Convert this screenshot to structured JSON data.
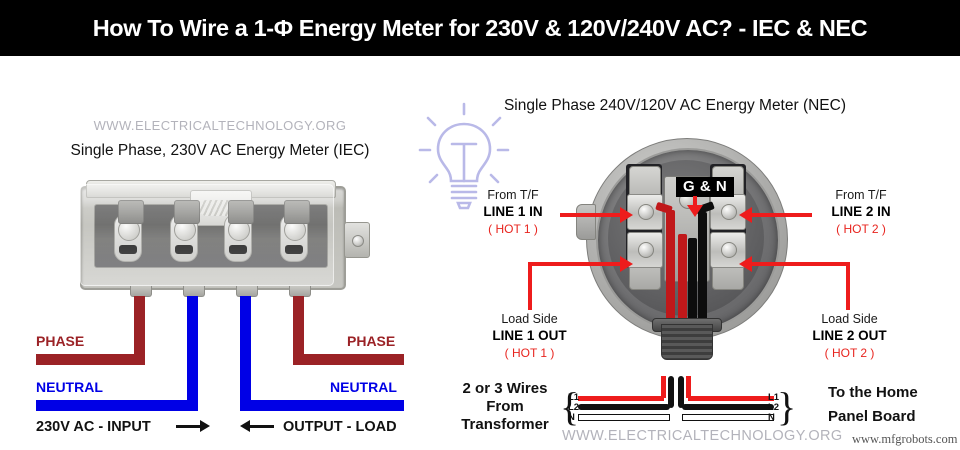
{
  "header": {
    "title": "How To Wire  a 1-Φ Energy Meter for 230V & 120V/240V AC? - IEC & NEC",
    "bg": "#000000",
    "fg": "#ffffff"
  },
  "iec": {
    "watermark": "WWW.ELECTRICALTECHNOLOGY.ORG",
    "section_title": "Single Phase, 230V AC Energy Meter (IEC)",
    "labels": {
      "phase_in": "PHASE",
      "neutral_in": "NEUTRAL",
      "phase_out": "PHASE",
      "neutral_out": "NEUTRAL",
      "input_flow": "230V AC - INPUT",
      "output_flow": "OUTPUT - LOAD"
    },
    "colors": {
      "phase": "#9b2226",
      "neutral": "#0000e6"
    }
  },
  "nec": {
    "section_title": "Single Phase 240V/120V AC Energy Meter (NEC)",
    "gn_tag": "G & N",
    "line1_in": {
      "source": "From T/F",
      "name": "LINE 1 IN",
      "hot": "( HOT 1 )"
    },
    "line2_in": {
      "source": "From T/F",
      "name": "LINE 2 IN",
      "hot": "( HOT 2 )"
    },
    "line1_out": {
      "source": "Load Side",
      "name": "LINE 1 OUT",
      "hot": "( HOT 1 )"
    },
    "line2_out": {
      "source": "Load Side",
      "name": "LINE 2 OUT",
      "hot": "( HOT 2 )"
    },
    "colors": {
      "arrow": "#ee1c1c",
      "hot_text": "#e8241e"
    }
  },
  "bottom": {
    "from_transformer": [
      "2 or 3 Wires",
      "From",
      "Transformer"
    ],
    "to_panel": [
      "To the Home",
      "Panel Board"
    ],
    "left_tags": [
      "L1",
      "L2",
      "N"
    ],
    "right_tags": [
      "L1",
      "L2",
      "N"
    ],
    "brace_left": "{",
    "brace_right": "}",
    "watermark": "WWW.ELECTRICALTECHNOLOGY.ORG",
    "watermark2": "www.mfgrobots.com"
  },
  "icons": {
    "bulb": "light-bulb-icon",
    "bulb_color": "#b9b9e8"
  }
}
